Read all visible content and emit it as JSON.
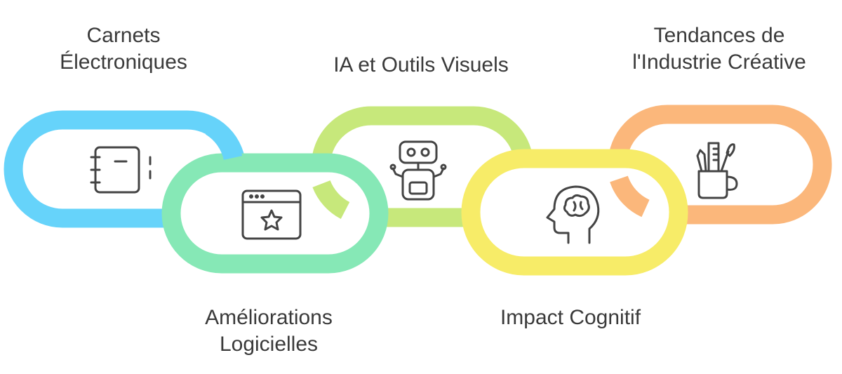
{
  "diagram": {
    "stages": [
      {
        "label_lines": [
          "Carnets",
          "Électroniques"
        ],
        "icon": "notebook-icon",
        "color": "#66d3fa"
      },
      {
        "label_lines": [
          "Améliorations",
          "Logicielles"
        ],
        "icon": "browser-star-icon",
        "color": "#86e8b6"
      },
      {
        "label_lines": [
          "IA et Outils Visuels"
        ],
        "icon": "robot-icon",
        "color": "#c7e87b"
      },
      {
        "label_lines": [
          "Impact Cognitif"
        ],
        "icon": "brain-head-icon",
        "color": "#f7ec68"
      },
      {
        "label_lines": [
          "Tendances de",
          "l'Industrie Créative"
        ],
        "icon": "art-supplies-mug-icon",
        "color": "#fbb77b"
      }
    ]
  }
}
